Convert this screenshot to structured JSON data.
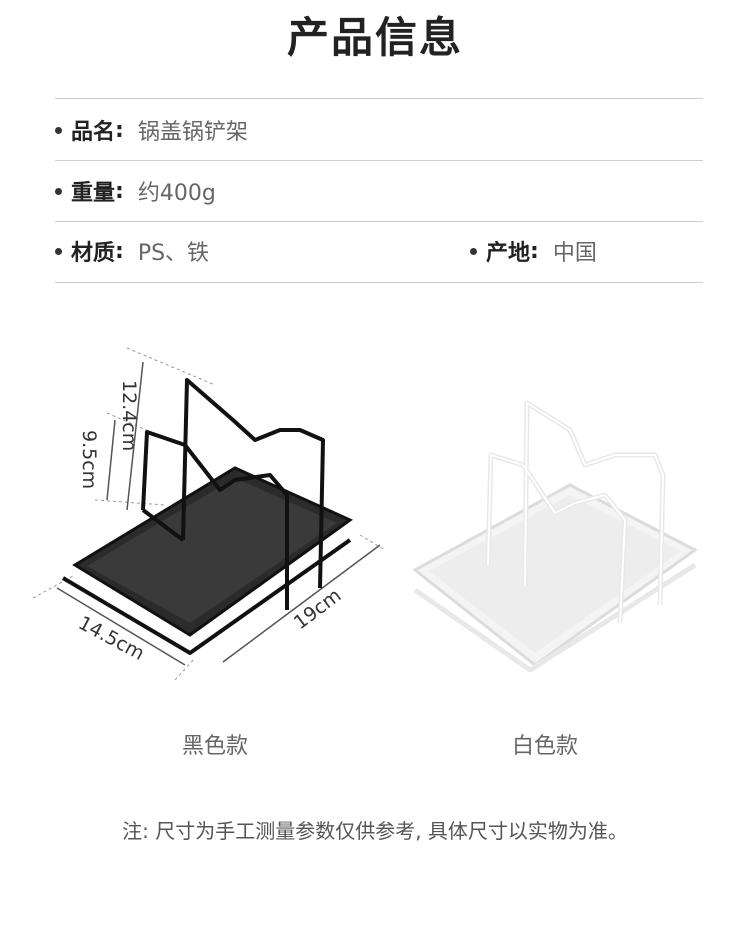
{
  "page": {
    "title": "产品信息",
    "specs": [
      {
        "label": "品名",
        "value": "锅盖锅铲架"
      },
      {
        "label": "重量",
        "value": "约400g"
      },
      {
        "label": "材质",
        "value": "PS、铁"
      },
      {
        "label": "产地",
        "value": "中国"
      }
    ],
    "dimensions": {
      "height_tall": "12.4cm",
      "height_short": "9.5cm",
      "depth": "14.5cm",
      "width": "19cm"
    },
    "variants": [
      {
        "caption": "黑色款",
        "color": "#222222"
      },
      {
        "caption": "白色款",
        "color": "#f2f2f2"
      }
    ],
    "note": "注: 尺寸为手工测量参数仅供参考, 具体尺寸以实物为准。"
  }
}
